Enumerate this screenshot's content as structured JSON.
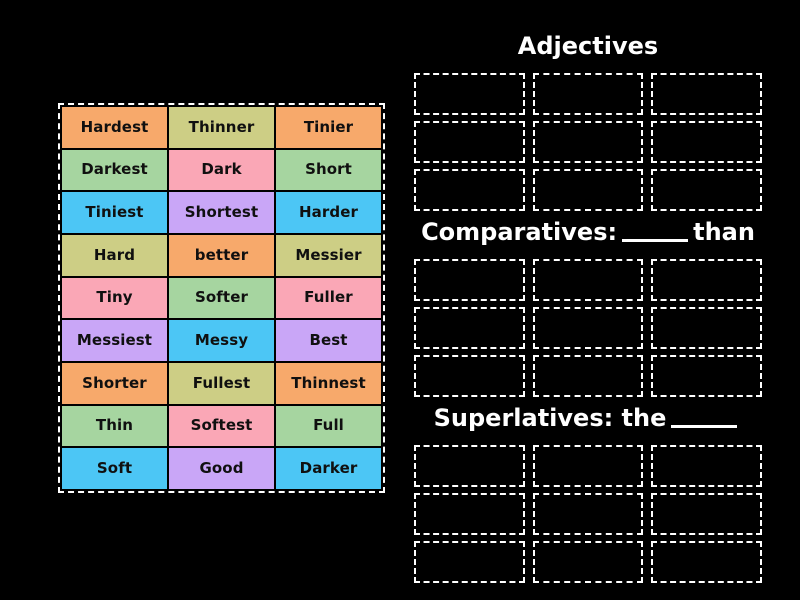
{
  "background_color": "#000000",
  "palette": {
    "orange": "#F7A96B",
    "green": "#A6D5A0",
    "blue": "#4CC6F5",
    "khaki": "#CDCE85",
    "pink": "#FAA7B6",
    "purple": "#C9A6F7",
    "dashed_border": "#FFFFFF",
    "tile_text": "#101010",
    "heading_text": "#FFFFFF"
  },
  "word_bank": {
    "name": "adjective-word-tiles",
    "columns": 3,
    "rows": 9,
    "tiles": [
      {
        "label": "Hardest",
        "color": "#F7A96B"
      },
      {
        "label": "Thinner",
        "color": "#CDCE85"
      },
      {
        "label": "Tinier",
        "color": "#F7A96B"
      },
      {
        "label": "Darkest",
        "color": "#A6D5A0"
      },
      {
        "label": "Dark",
        "color": "#FAA7B6"
      },
      {
        "label": "Short",
        "color": "#A6D5A0"
      },
      {
        "label": "Tiniest",
        "color": "#4CC6F5"
      },
      {
        "label": "Shortest",
        "color": "#C9A6F7"
      },
      {
        "label": "Harder",
        "color": "#4CC6F5"
      },
      {
        "label": "Hard",
        "color": "#CDCE85"
      },
      {
        "label": "better",
        "color": "#F7A96B"
      },
      {
        "label": "Messier",
        "color": "#CDCE85"
      },
      {
        "label": "Tiny",
        "color": "#FAA7B6"
      },
      {
        "label": "Softer",
        "color": "#A6D5A0"
      },
      {
        "label": "Fuller",
        "color": "#FAA7B6"
      },
      {
        "label": "Messiest",
        "color": "#C9A6F7"
      },
      {
        "label": "Messy",
        "color": "#4CC6F5"
      },
      {
        "label": "Best",
        "color": "#C9A6F7"
      },
      {
        "label": "Shorter",
        "color": "#F7A96B"
      },
      {
        "label": "Fullest",
        "color": "#CDCE85"
      },
      {
        "label": "Thinnest",
        "color": "#F7A96B"
      },
      {
        "label": "Thin",
        "color": "#A6D5A0"
      },
      {
        "label": "Softest",
        "color": "#FAA7B6"
      },
      {
        "label": "Full",
        "color": "#A6D5A0"
      },
      {
        "label": "Soft",
        "color": "#4CC6F5"
      },
      {
        "label": "Good",
        "color": "#C9A6F7"
      },
      {
        "label": "Darker",
        "color": "#4CC6F5"
      }
    ]
  },
  "zones": [
    {
      "id": "adjectives",
      "title_prefix": "Adjectives",
      "title_suffix": "",
      "has_blank": false,
      "slot_count": 9,
      "slots": [
        "",
        "",
        "",
        "",
        "",
        "",
        "",
        "",
        ""
      ]
    },
    {
      "id": "comparatives",
      "title_prefix": "Comparatives:",
      "title_suffix": "than",
      "has_blank": true,
      "slot_count": 9,
      "slots": [
        "",
        "",
        "",
        "",
        "",
        "",
        "",
        "",
        ""
      ]
    },
    {
      "id": "superlatives",
      "title_prefix": "Superlatives: the",
      "title_suffix": "",
      "has_blank": true,
      "slot_count": 9,
      "slots": [
        "",
        "",
        "",
        "",
        "",
        "",
        "",
        "",
        ""
      ]
    }
  ]
}
